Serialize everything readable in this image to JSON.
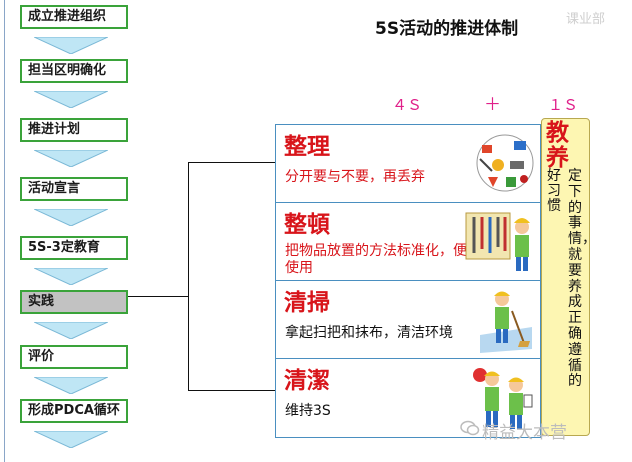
{
  "title": "5S活动的推进体制",
  "watermark_top": "课业部",
  "brand_text": "精益大本营",
  "steps": [
    "成立推进组织",
    "担当区明确化",
    "推进计划",
    "活动宣言",
    "5S-3定教育",
    "实践",
    "评价",
    "形成PDCA循环"
  ],
  "active_step": "实践",
  "headers": {
    "left": "４Ｓ",
    "plus": "＋",
    "right": "１Ｓ"
  },
  "rows": [
    {
      "title": "整理",
      "desc": "分开要与不要，再丢弃",
      "desc_color": "#d8141a"
    },
    {
      "title": "整頓",
      "desc": "把物品放置的方法标准化，便于使用",
      "desc_color": "#d8141a"
    },
    {
      "title": "清掃",
      "desc": "拿起扫把和抹布，清洁环境",
      "desc_color": "#111111"
    },
    {
      "title": "清潔",
      "desc": "维持3S",
      "desc_color": "#111111"
    }
  ],
  "side": {
    "title": "教养",
    "col1": "好习惯",
    "col2": "定下的事情，就要养成正确遵循的"
  },
  "colors": {
    "accent_red": "#d8141a",
    "header_pink": "#e0208a",
    "step_border": "#3aa33a",
    "panel_border": "#4a8fc0",
    "side_bg": "#fdf6b2"
  }
}
